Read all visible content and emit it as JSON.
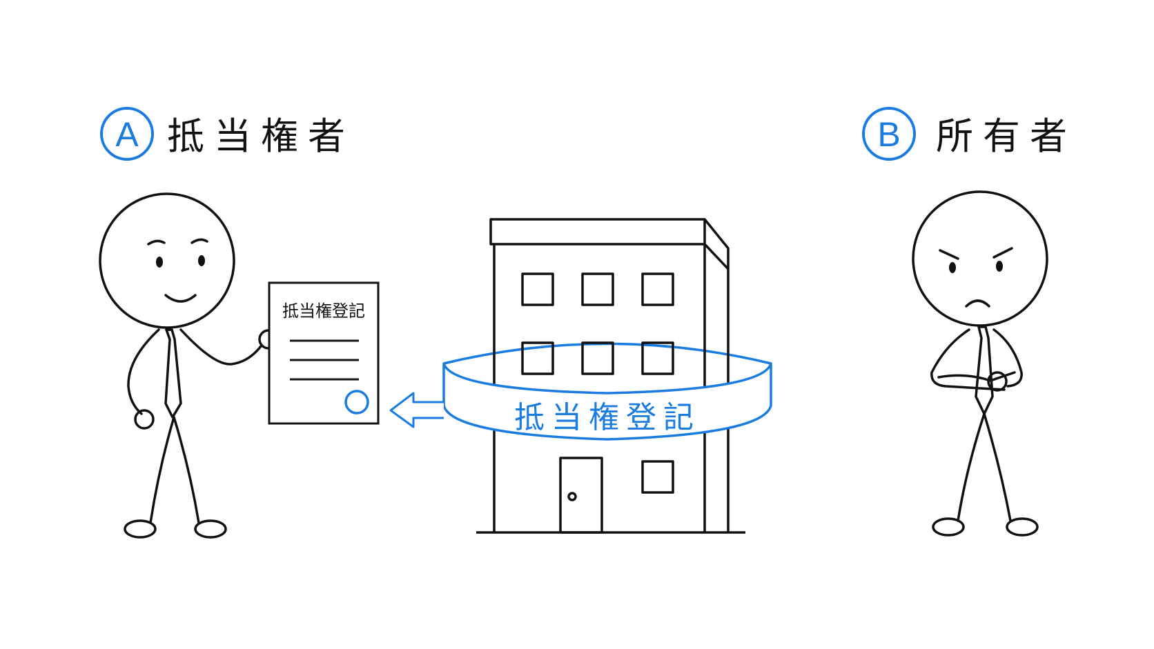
{
  "party_a": {
    "badge_letter": "A",
    "title": "抵当権者"
  },
  "party_b": {
    "badge_letter": "B",
    "title": "所有者"
  },
  "document": {
    "heading": "抵当権登記"
  },
  "band": {
    "label": "抵当権登記"
  },
  "colors": {
    "accent": "#1a7be0",
    "ink": "#111111",
    "background": "#ffffff"
  }
}
